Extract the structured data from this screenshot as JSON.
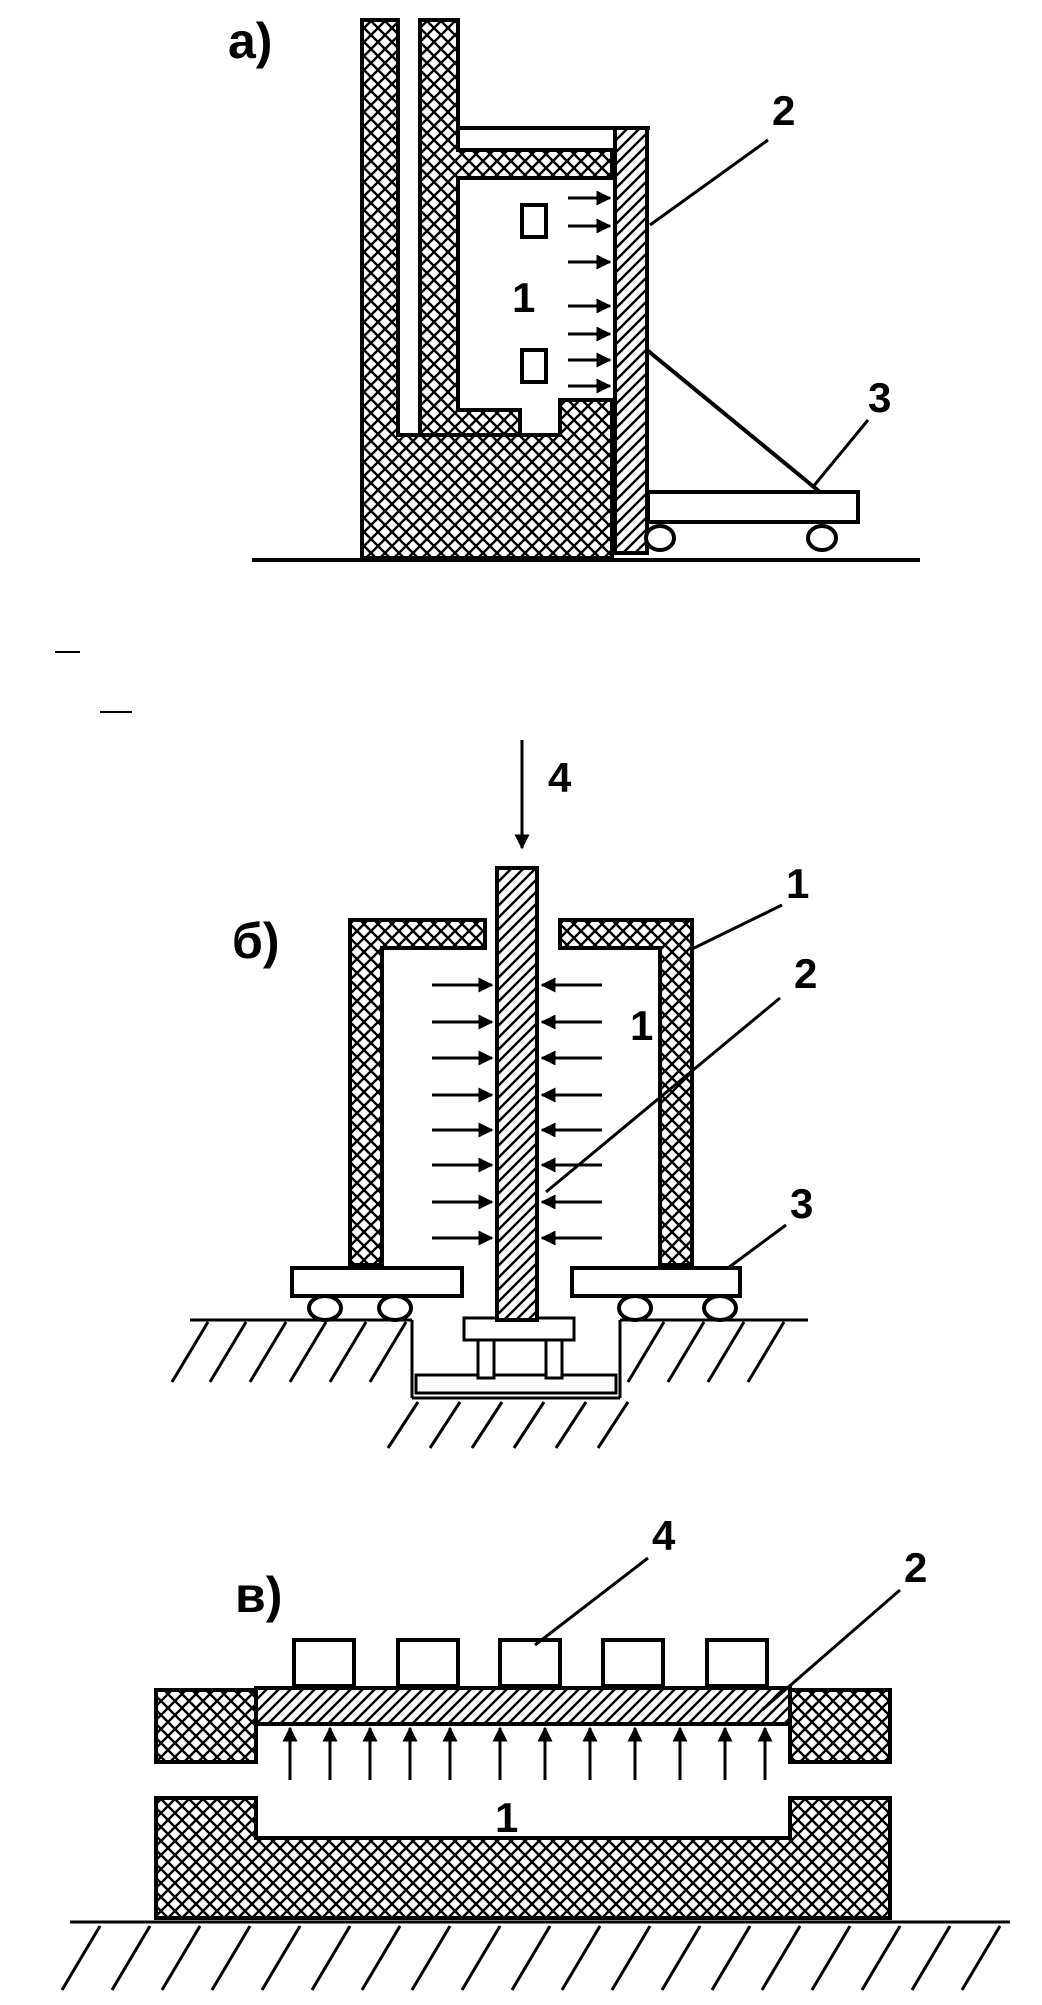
{
  "diagrams": {
    "a": {
      "panel_label": "а)",
      "labels": {
        "chamber": "1",
        "door": "2",
        "cart": "3"
      }
    },
    "b": {
      "panel_label": "б)",
      "labels": {
        "chamber": "1",
        "plate": "2",
        "cart": "3",
        "load": "4"
      }
    },
    "c": {
      "panel_label": "в)",
      "labels": {
        "chamber": "1",
        "plate": "2",
        "weights": "4"
      }
    }
  },
  "colors": {
    "ink": "#000000",
    "paper": "#ffffff"
  }
}
